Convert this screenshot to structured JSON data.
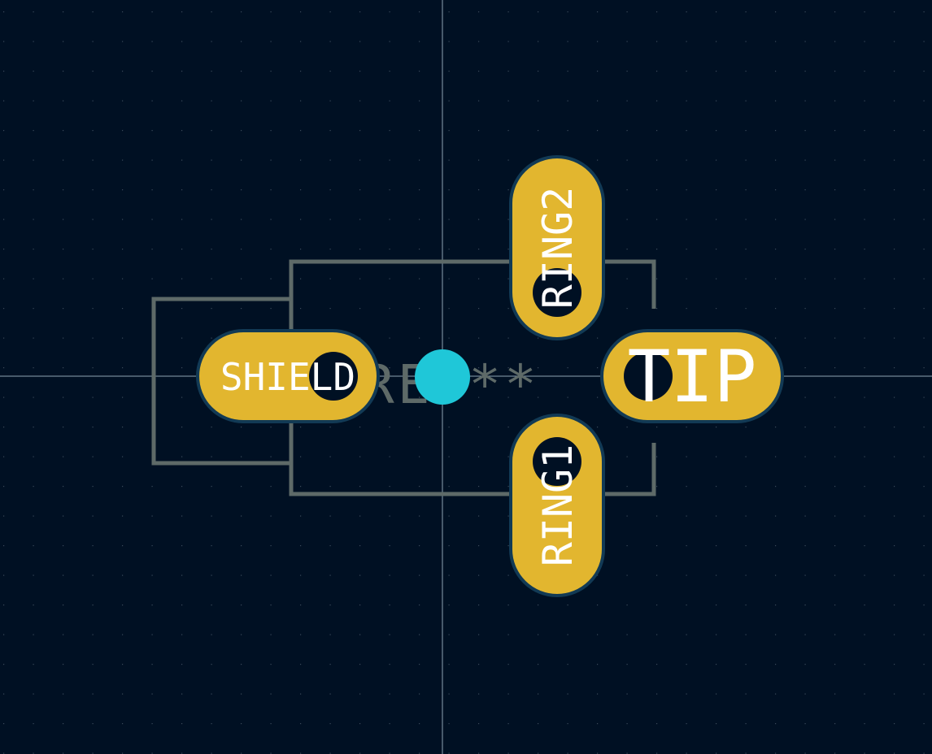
{
  "pads": {
    "shield": {
      "label": "SHIELD"
    },
    "tip": {
      "label": "TIP"
    },
    "ring1": {
      "label": "RING1"
    },
    "ring2": {
      "label": "RING2"
    }
  },
  "reference": {
    "label": "REF**"
  },
  "colors": {
    "background": "#001023",
    "grid_dot": "#3a4a5a",
    "crosshair": "#8fa3b3",
    "courtyard": "#5e6a68",
    "pad_fill": "#e2b62f",
    "pad_outline": "#123a55",
    "drill_hole": "#001023",
    "anchor": "#1fc7d8",
    "pad_text": "#ffffff"
  }
}
